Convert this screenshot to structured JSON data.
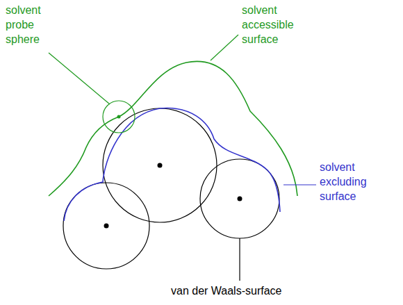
{
  "diagram": {
    "labels": [
      "solvent probe sphere",
      "solvent accessible surface",
      "solvent excluding surface",
      "van der Waals-surface"
    ]
  }
}
